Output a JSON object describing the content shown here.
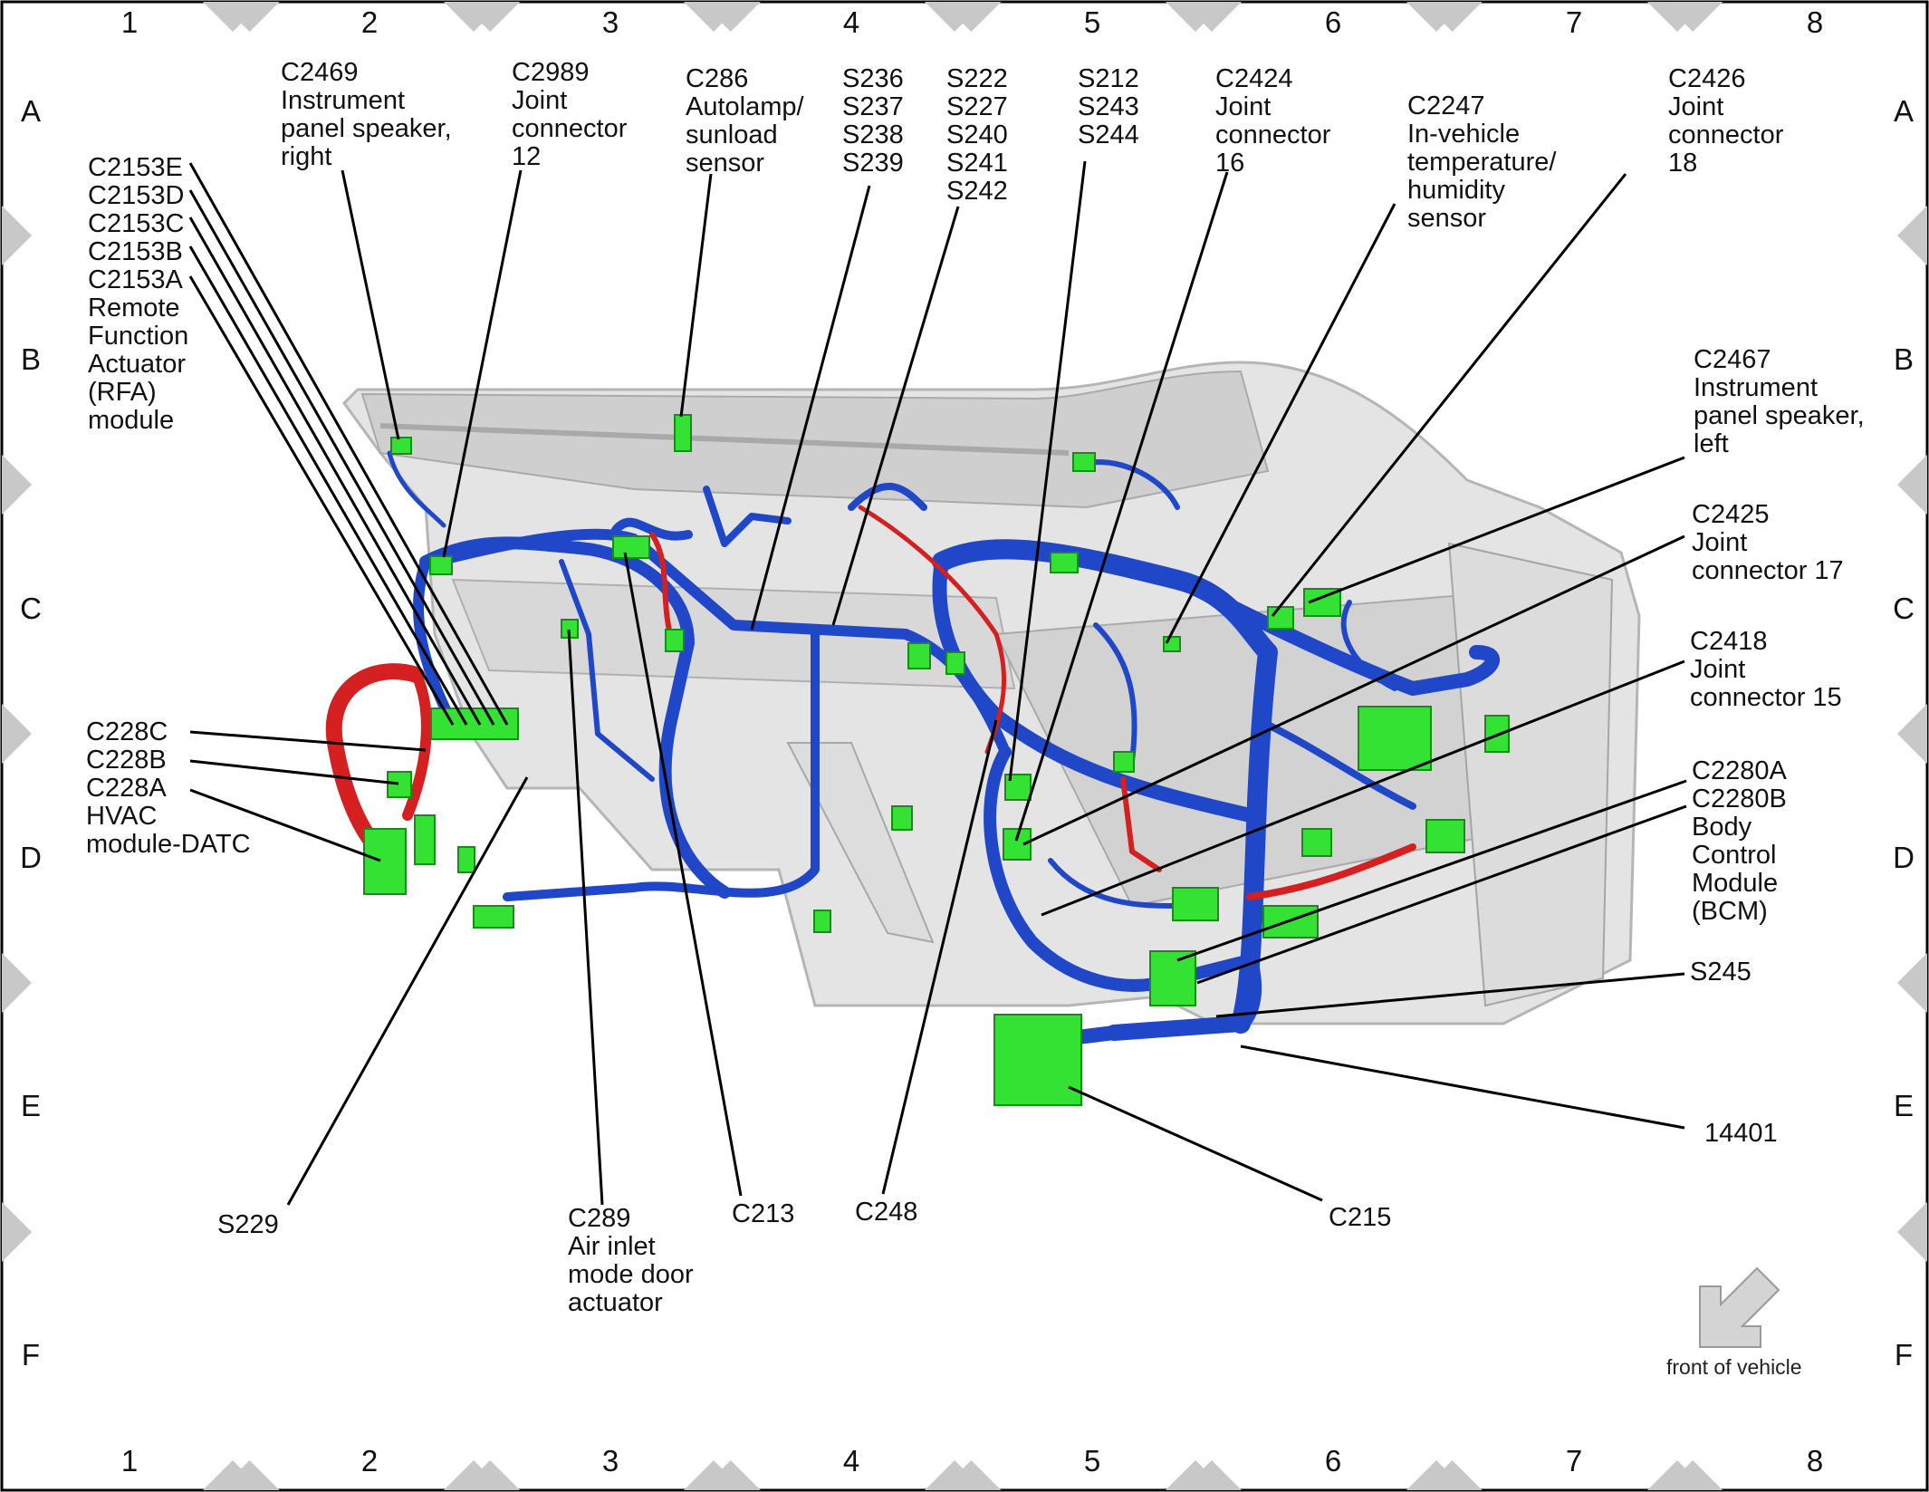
{
  "grid": {
    "columns": [
      "1",
      "2",
      "3",
      "4",
      "5",
      "6",
      "7",
      "8"
    ],
    "rows": [
      "A",
      "B",
      "C",
      "D",
      "E",
      "F"
    ]
  },
  "colors": {
    "harness_blue": "#1f47c8",
    "harness_red": "#d42020",
    "connector_green": "#33e233",
    "panel_gray": "#d9d9d9",
    "marker_gray": "#c8c8c8"
  },
  "callouts": [
    {
      "id": "c2469",
      "text": "C2469\nInstrument\npanel speaker,\nright"
    },
    {
      "id": "c2989",
      "text": "C2989\nJoint\nconnector\n12"
    },
    {
      "id": "c286",
      "text": "C286\nAutolamp/\nsunload\nsensor"
    },
    {
      "id": "s236",
      "text": "S236\nS237\nS238\nS239"
    },
    {
      "id": "s222",
      "text": "S222\nS227\nS240\nS241\nS242"
    },
    {
      "id": "s212",
      "text": "S212\nS243\nS244"
    },
    {
      "id": "c2424",
      "text": "C2424\nJoint\nconnector\n16"
    },
    {
      "id": "c2247",
      "text": "C2247\nIn-vehicle\ntemperature/\nhumidity\nsensor"
    },
    {
      "id": "c2426",
      "text": "C2426\nJoint\nconnector\n18"
    },
    {
      "id": "c2153",
      "text": "C2153E\nC2153D\nC2153C\nC2153B\nC2153A\nRemote\nFunction\nActuator\n(RFA)\nmodule"
    },
    {
      "id": "c2467",
      "text": "C2467\nInstrument\npanel speaker,\nleft"
    },
    {
      "id": "c2425",
      "text": "C2425\nJoint\nconnector 17"
    },
    {
      "id": "c2418",
      "text": "C2418\nJoint\nconnector 15"
    },
    {
      "id": "c228",
      "text": "C228C\nC228B\nC228A\nHVAC\nmodule-DATC"
    },
    {
      "id": "c2280",
      "text": "C2280A\nC2280B\nBody\nControl\nModule\n(BCM)"
    },
    {
      "id": "s245",
      "text": "S245"
    },
    {
      "id": "h14401",
      "text": "14401"
    },
    {
      "id": "s229",
      "text": "S229"
    },
    {
      "id": "c289",
      "text": "C289\nAir inlet\nmode door\nactuator"
    },
    {
      "id": "c213",
      "text": "C213"
    },
    {
      "id": "c248",
      "text": "C248"
    },
    {
      "id": "c215",
      "text": "C215"
    }
  ],
  "front_of_vehicle": {
    "label": "front of vehicle",
    "icon": "arrow-down-left-icon"
  }
}
